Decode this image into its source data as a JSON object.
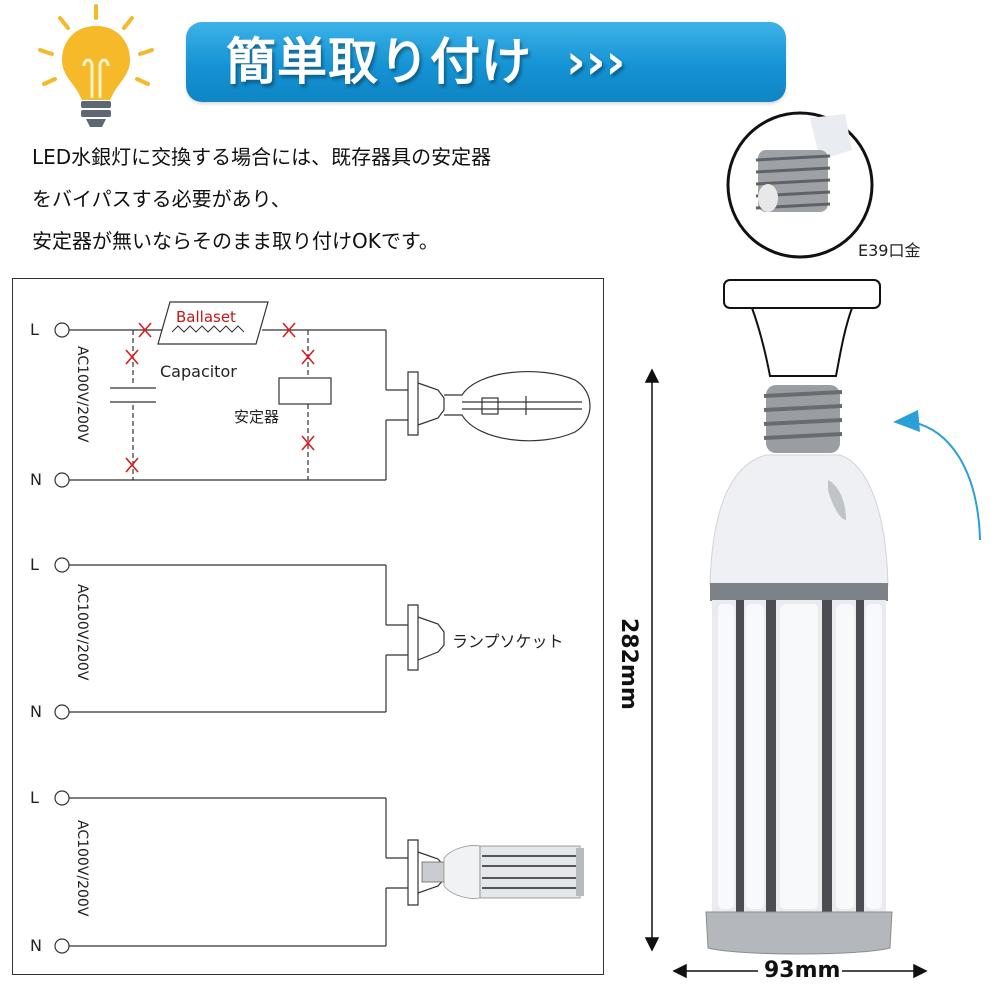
{
  "header": {
    "title": "簡単取り付け",
    "chevrons": "›››",
    "colors": {
      "banner": "#1a9ad9",
      "bulb": "#f5b92a",
      "arrow": "#2a9fd8",
      "cross": "#d62020"
    }
  },
  "description": {
    "lines": [
      "LED水銀灯に交換する場合には、既存器具の安定器",
      "をバイパスする必要があり、",
      "安定器が無いならそのまま取り付けOKです。"
    ]
  },
  "product": {
    "base_label": "E39口金",
    "height_dim": "282mm",
    "width_dim": "93mm"
  },
  "diagrams": [
    {
      "line_label": "L",
      "neutral_label": "N",
      "voltage": "AC100V/200V",
      "ballast_label": "Ballaset",
      "capacitor_label": "Capacitor",
      "stabilizer_label": "安定器"
    },
    {
      "line_label": "L",
      "neutral_label": "N",
      "voltage": "AC100V/200V",
      "socket_label": "ランプソケット"
    },
    {
      "line_label": "L",
      "neutral_label": "N",
      "voltage": "AC100V/200V"
    }
  ]
}
